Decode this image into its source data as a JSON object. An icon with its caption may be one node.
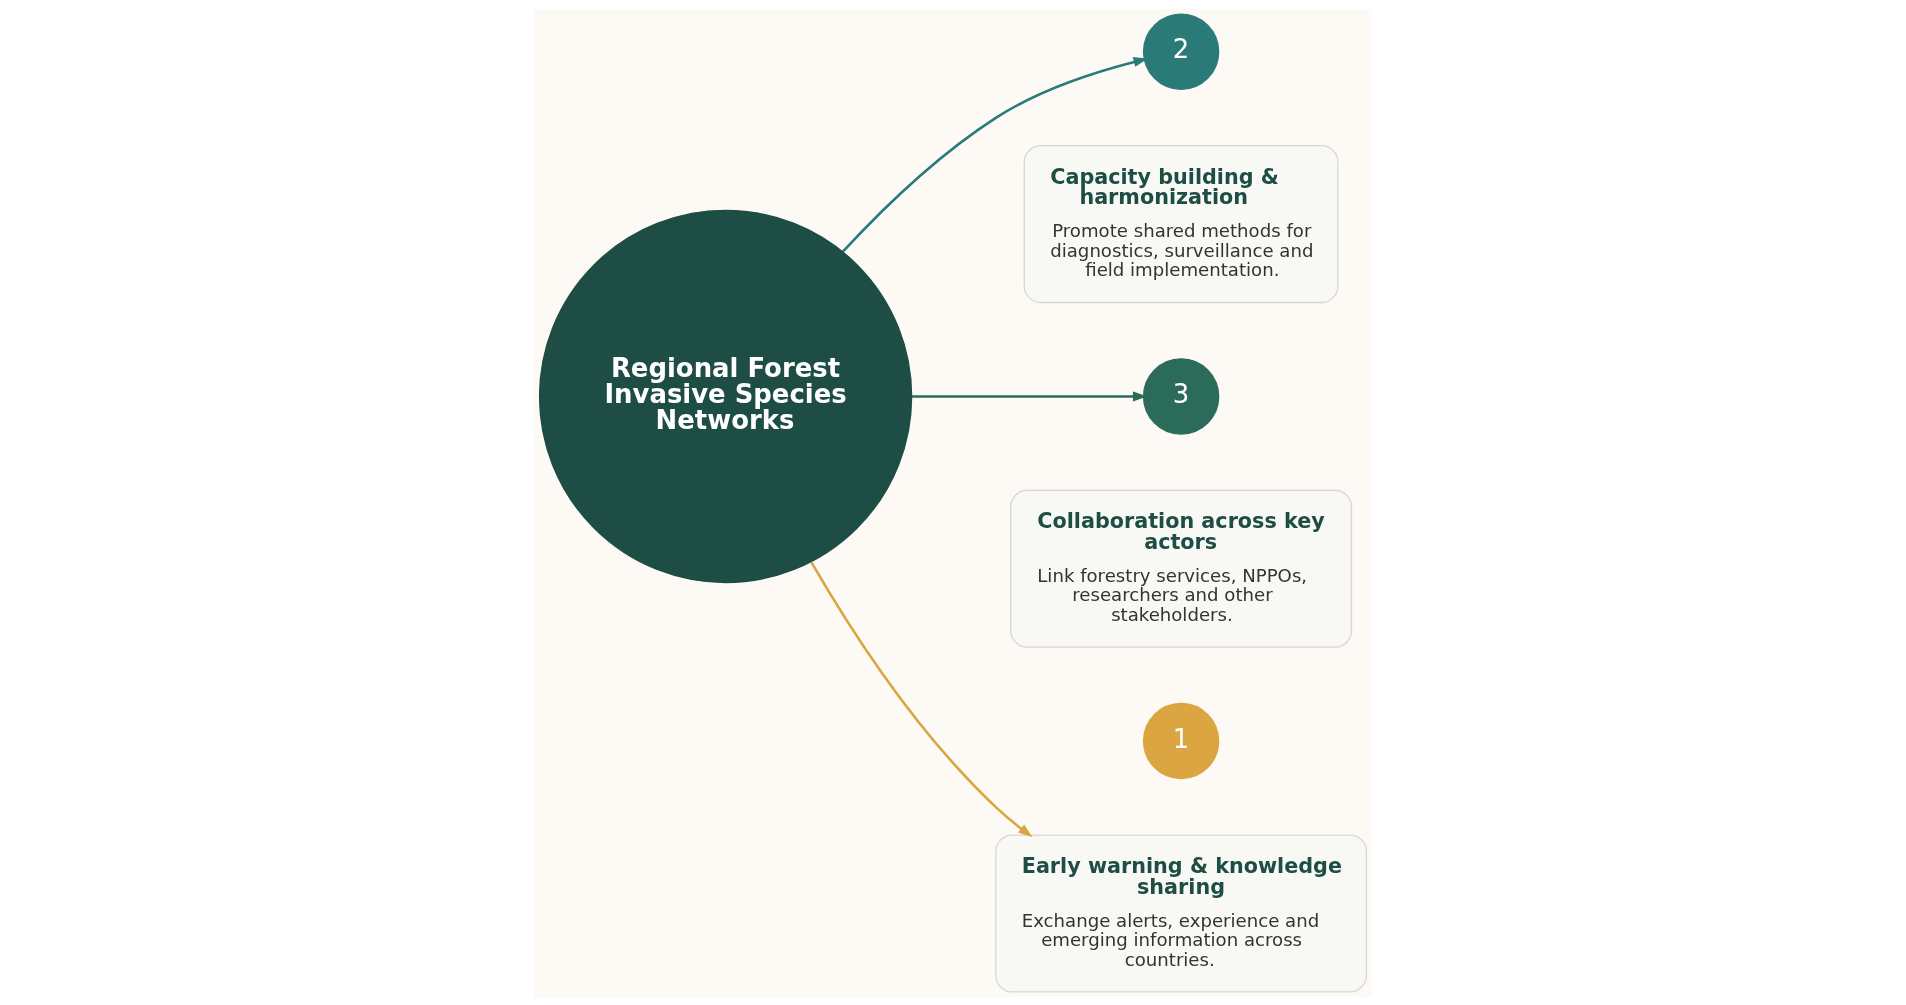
{
  "diagram": {
    "nodes": [
      {
        "text": [
          "Regional Forest Invasive Species Networks"
        ]
      },
      {
        "text": [
          "Early warning & knowledge sharing",
          "Exchange alerts, experience and emerging information across countries."
        ]
      },
      {
        "text": [
          "1"
        ]
      },
      {
        "text": [
          "Capacity building & harmonization",
          "Promote shared methods for diagnostics, surveillance and field implementation."
        ]
      },
      {
        "text": [
          "2"
        ]
      },
      {
        "text": [
          "Collaboration across key actors",
          "Link forestry services, NPPOs, researchers and other stakeholders."
        ]
      },
      {
        "text": [
          "3"
        ]
      }
    ],
    "edges": [
      {
        "from": 0,
        "to": 1,
        "arrow": "to",
        "color": "#d9a641"
      },
      {
        "from": 0,
        "to": 4,
        "arrow": "to",
        "color": "#2a7a78"
      },
      {
        "from": 0,
        "to": 6,
        "arrow": "to",
        "color": "#2a6b5a"
      }
    ]
  }
}
